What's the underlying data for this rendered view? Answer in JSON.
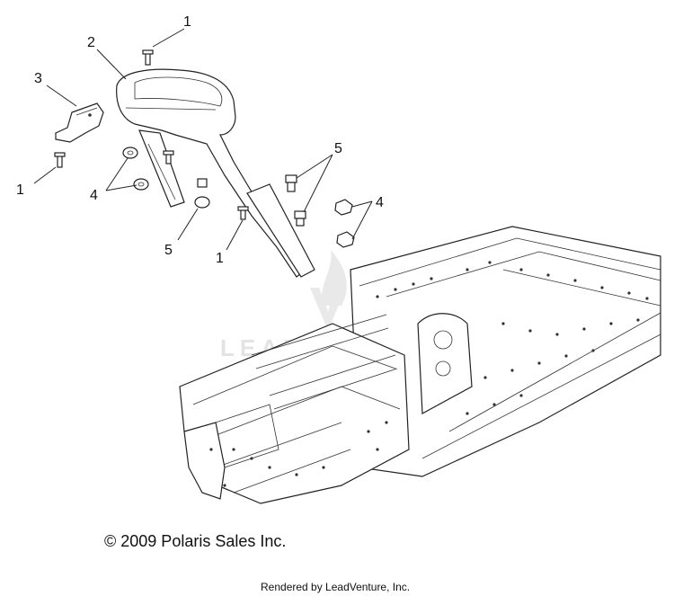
{
  "callouts": {
    "c1_top": "1",
    "c2": "2",
    "c3": "3",
    "c1_left": "1",
    "c4_left": "4",
    "c5_bottom": "5",
    "c1_bottom": "1",
    "c5_right": "5",
    "c4_right": "4"
  },
  "watermark": {
    "text": "LEADVENTURE"
  },
  "copyright": "© 2009 Polaris Sales Inc.",
  "rendered_by": "Rendered by LeadVenture, Inc."
}
